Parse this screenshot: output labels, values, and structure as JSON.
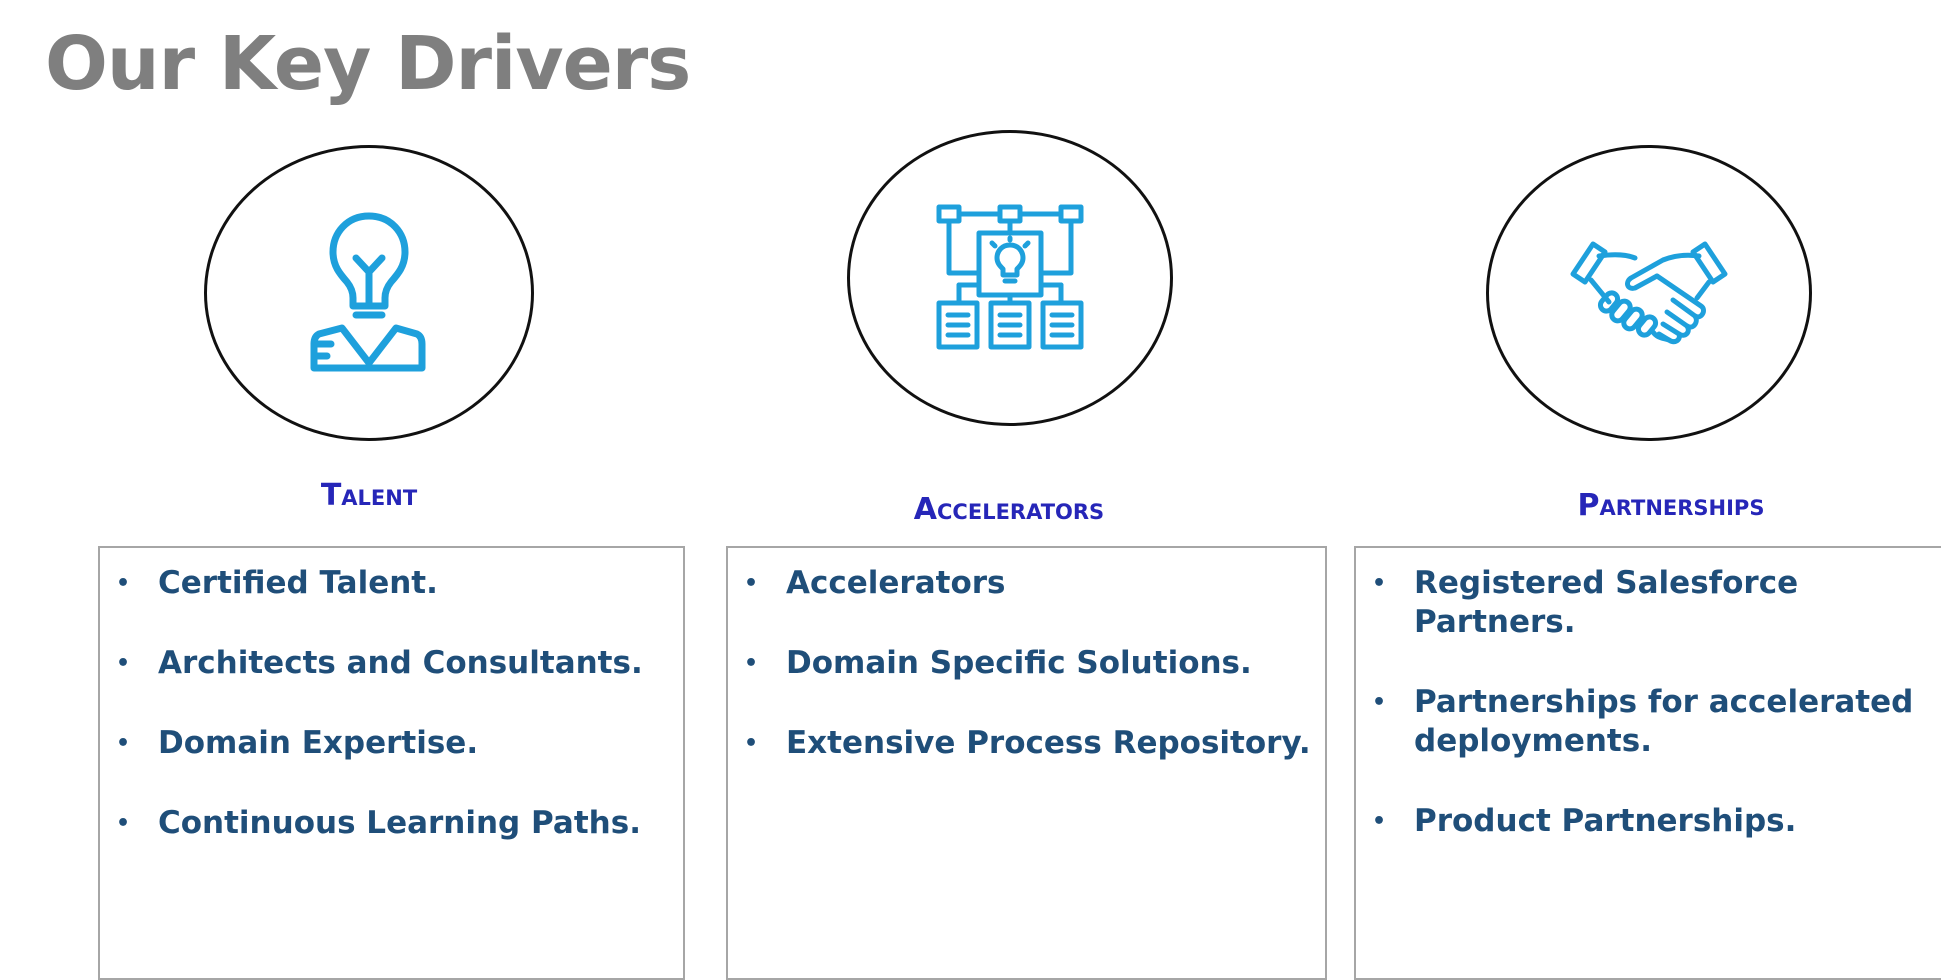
{
  "page": {
    "title": "Our Key Drivers"
  },
  "colors": {
    "title": "#7f7f7f",
    "heading": "#2626b8",
    "bullet_text": "#1f4e79",
    "icon": "#1ea0dc",
    "circle_border": "#111111",
    "box_border": "#a6a6a6"
  },
  "drivers": [
    {
      "heading": "Talent",
      "icon": "person-lightbulb-icon",
      "items": [
        "Certified Talent.",
        "Architects and Consultants.",
        "Domain Expertise.",
        "Continuous Learning Paths."
      ]
    },
    {
      "heading": "Accelerators",
      "icon": "process-diagram-icon",
      "items": [
        "Accelerators",
        "Domain Specific Solutions.",
        "Extensive Process Repository."
      ]
    },
    {
      "heading": "Partnerships",
      "icon": "handshake-icon",
      "items": [
        "Registered Salesforce Partners.",
        "Partnerships for accelerated deployments.",
        "Product Partnerships."
      ]
    }
  ]
}
